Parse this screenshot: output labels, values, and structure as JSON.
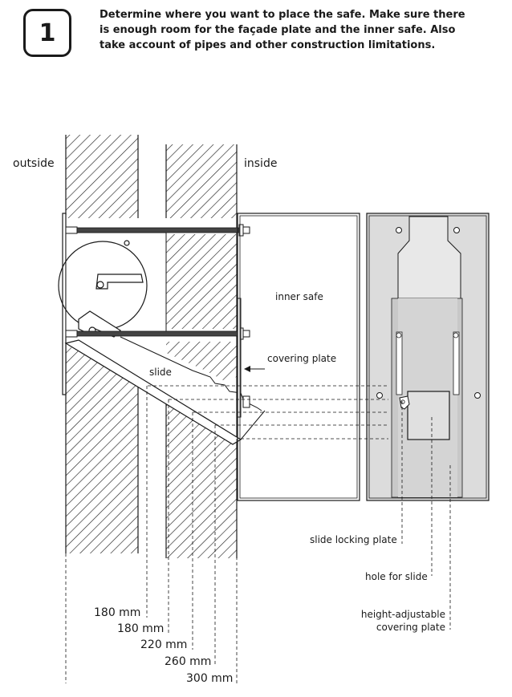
{
  "step": {
    "number": "1"
  },
  "instruction": "Determine where you want to place the safe. Make sure there is enough room for the façade plate and the inner safe. Also take account of pipes and other construction limitations.",
  "labels": {
    "outside": "outside",
    "inside": "inside",
    "inner_safe": "inner safe",
    "covering_plate": "covering plate",
    "slide": "slide",
    "slide_locking_plate": "slide locking plate",
    "hole_for_slide": "hole for slide",
    "height_adjustable_line1": "height-adjustable",
    "height_adjustable_line2": "covering plate"
  },
  "dimensions": [
    "180 mm",
    "180 mm",
    "220 mm",
    "260 mm",
    "300 mm"
  ]
}
